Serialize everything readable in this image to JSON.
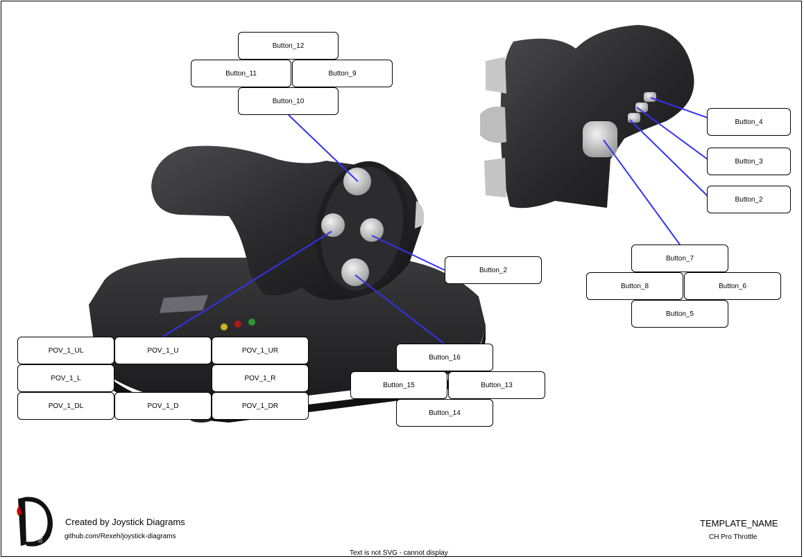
{
  "colors": {
    "line": "#3333ee",
    "accent_red": "#cc0000"
  },
  "labels": {
    "b12": "Button_12",
    "b11": "Button_11",
    "b9": "Button_9",
    "b10": "Button_10",
    "b2a": "Button_2",
    "b4": "Button_4",
    "b3": "Button_3",
    "b2b": "Button_2",
    "b7": "Button_7",
    "b8": "Button_8",
    "b6": "Button_6",
    "b5": "Button_5",
    "pov_ul": "POV_1_UL",
    "pov_u": "POV_1_U",
    "pov_ur": "POV_1_UR",
    "pov_l": "POV_1_L",
    "pov_r": "POV_1_R",
    "pov_dl": "POV_1_DL",
    "pov_d": "POV_1_D",
    "pov_dr": "POV_1_DR",
    "b16": "Button_16",
    "b15": "Button_15",
    "b13": "Button_13",
    "b14": "Button_14"
  },
  "footer": {
    "credit_title": "Created by Joystick Diagrams",
    "credit_url": "github.com/Rexeh/joystick-diagrams",
    "template_name": "TEMPLATE_NAME",
    "device_name": "CH Pro Throttle",
    "svg_notice": "Text is not SVG - cannot display",
    "logo_text": "Diagrams"
  }
}
